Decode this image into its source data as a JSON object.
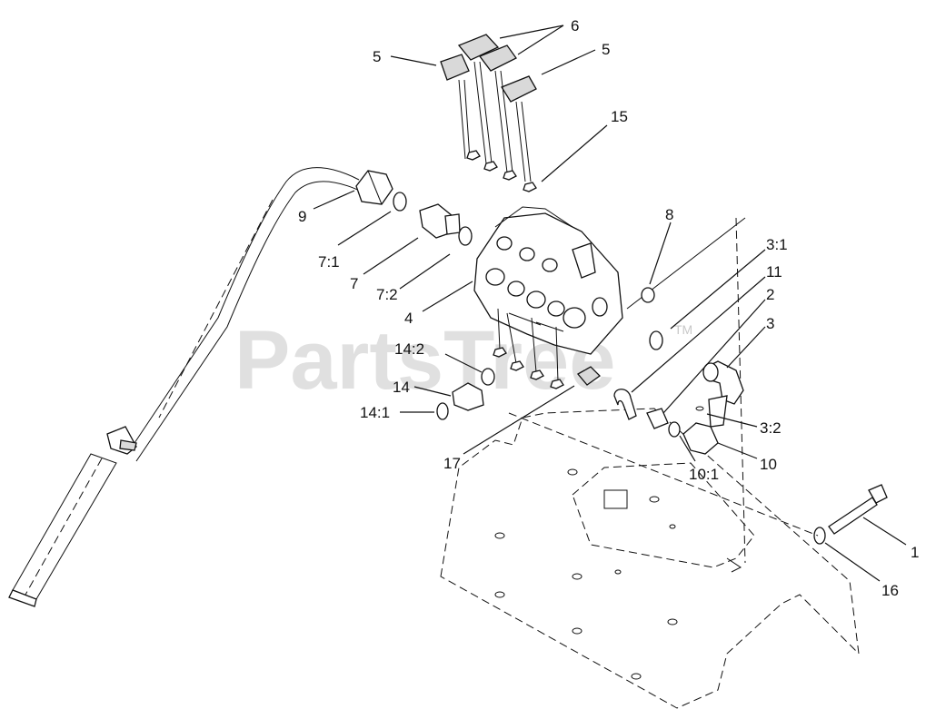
{
  "watermark": {
    "text": "PartsTree",
    "trademark": "TM"
  },
  "callouts": [
    {
      "id": "c5a",
      "label": "5"
    },
    {
      "id": "c6",
      "label": "6"
    },
    {
      "id": "c5b",
      "label": "5"
    },
    {
      "id": "c15",
      "label": "15"
    },
    {
      "id": "c9",
      "label": "9"
    },
    {
      "id": "c7_1",
      "label": "7:1"
    },
    {
      "id": "c7",
      "label": "7"
    },
    {
      "id": "c7_2",
      "label": "7:2"
    },
    {
      "id": "c4",
      "label": "4"
    },
    {
      "id": "c8",
      "label": "8"
    },
    {
      "id": "c3_1",
      "label": "3:1"
    },
    {
      "id": "c11",
      "label": "11"
    },
    {
      "id": "c2",
      "label": "2"
    },
    {
      "id": "c3",
      "label": "3"
    },
    {
      "id": "c14_2",
      "label": "14:2"
    },
    {
      "id": "c14",
      "label": "14"
    },
    {
      "id": "c14_1",
      "label": "14:1"
    },
    {
      "id": "c3_2",
      "label": "3:2"
    },
    {
      "id": "c10",
      "label": "10"
    },
    {
      "id": "c10_1",
      "label": "10:1"
    },
    {
      "id": "c17",
      "label": "17"
    },
    {
      "id": "c1",
      "label": "1"
    },
    {
      "id": "c16",
      "label": "16"
    }
  ]
}
